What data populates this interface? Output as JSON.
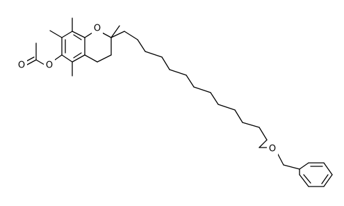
{
  "molecule": {
    "atoms": [
      {
        "id": "O1",
        "label": "O"
      },
      {
        "id": "O2",
        "label": "O"
      },
      {
        "id": "O3",
        "label": "O"
      },
      {
        "id": "O4",
        "label": "O"
      }
    ]
  },
  "colors": {
    "bond": "#000000",
    "label": "#000000",
    "background": "#ffffff"
  }
}
